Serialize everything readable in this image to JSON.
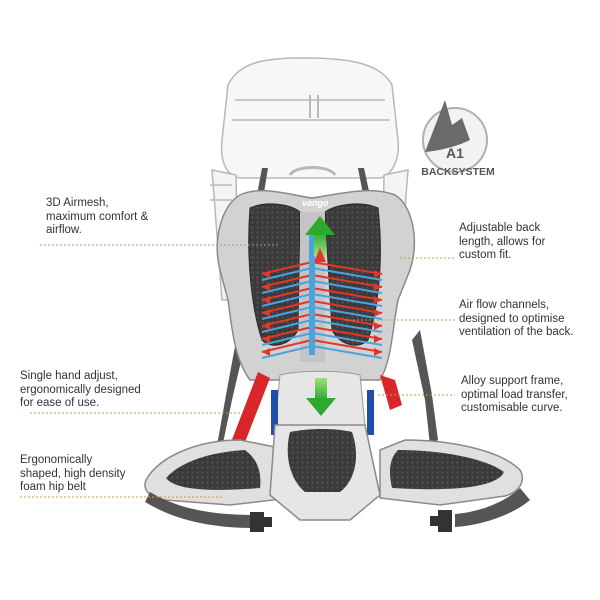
{
  "brand": {
    "logo_text": "vango",
    "badge_line1": "A1",
    "badge_line2": "BACKSYSTEM"
  },
  "callouts": {
    "airmesh": "3D Airmesh,\nmaximum comfort &\nairflow.",
    "back_length": "Adjustable back\nlength, allows for\ncustom fit.",
    "air_flow": "Air flow channels,\ndesigned to optimise\nventilation of the back.",
    "hand_adjust": "Single hand adjust,\nergonomically designed\nfor ease of use.",
    "alloy_frame": "Alloy support frame,\noptimal load transfer,\ncustomisable curve.",
    "hip_belt": "Ergonomically\nshaped, high density\nfoam hip belt"
  },
  "colors": {
    "leader_line": "#c89a5a",
    "mesh": "#3a3a3a",
    "frame_grey": "#d2d2d2",
    "outline": "#8a8a8a",
    "airflow_red": "#e0362c",
    "airflow_blue": "#4aa3df",
    "arrow_green": "#3fbf3f",
    "strap_red": "#d8262a",
    "strap_blue": "#1f4fa8"
  }
}
